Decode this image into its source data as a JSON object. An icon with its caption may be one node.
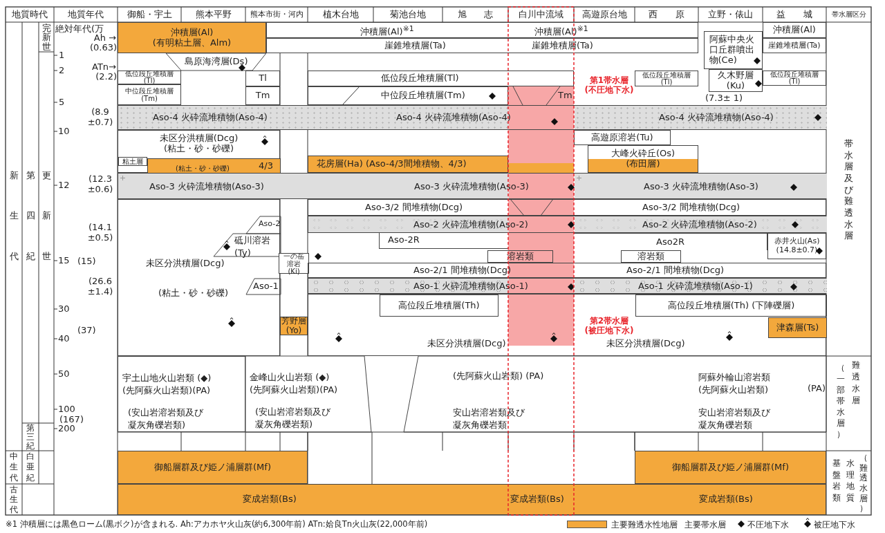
{
  "diagram": {
    "nodes": [
      {
        "text": [
          "沖積層(Al)",
          "(有明粘土層、Alm)"
        ]
      },
      {
        "text": [
          "沖積層(Al)$^{※1}$",
          "沖積層(Al)$^{※1}$"
        ]
      },
      {
        "text": [
          "崖錐堆積層(Ta)",
          "崖錐堆積層(Ta)"
        ]
      },
      {
        "text": [
          "島原海湾層(Ds)"
        ]
      },
      {
        "text": [
          "低位段丘堆積層 (Tl)"
        ]
      },
      {
        "text": [
          "中位段丘堆積層 (Tm)"
        ]
      },
      {
        "text": [
          "Tl"
        ]
      },
      {
        "text": [
          "Tm"
        ]
      },
      {
        "text": [
          "低位段丘堆積層(Tl)"
        ]
      },
      {
        "text": [
          "中位段丘堆積層(Tm)"
        ]
      },
      {
        "text": [
          "Tm"
        ]
      },
      {
        "text": [
          "低位段丘堆積層 (Tl)"
        ]
      },
      {
        "text": [
          "阿蘇中央火口丘群噴出物(Ce)"
        ]
      },
      {
        "text": [
          "久木野層 (Ku)"
        ],
        "beside": [
          "(7.3± 1)"
        ]
      },
      {
        "text": [
          "沖積層(Al)"
        ]
      },
      {
        "text": [
          "崖錐堆積層(Ta)"
        ]
      },
      {
        "text": [
          "低位段丘堆積層 (Tl)"
        ]
      },
      {
        "text": [
          "Aso-4 火砕流堆積物(Aso-4)",
          "Aso-4 火砕流堆積物(Aso-4)",
          "Aso-4 火砕流堆積物(Aso-4)"
        ]
      },
      {
        "text": [
          "未区分洪積層(Dcg)",
          "(粘土・砂・砂礫)"
        ]
      },
      {
        "text": [
          "粘土層"
        ],
        "in": 18
      },
      {
        "text": [
          "(粘土・砂・砂礫)",
          "4/3"
        ],
        "in": 18
      },
      {
        "text": [
          "花房層(Ha) (Aso-4/3間堆積物、4/3)"
        ]
      },
      {
        "text": [
          "高遊原溶岩(Tu)"
        ]
      },
      {
        "text": [
          "大峰火砕丘(Os)",
          "(布田層)"
        ]
      },
      {
        "text": [
          "Aso-3 火砕流堆積物(Aso-3)",
          "Aso-3 火砕流堆積物(Aso-3)",
          "Aso-3 火砕流堆積物(Aso-3)"
        ]
      },
      {
        "text": [
          "Aso-3/2 間堆積物(Dcg)",
          "Aso-3/2 間堆積物(Dcg)"
        ]
      },
      {
        "text": [
          "Aso-2 火砕流堆積物(Aso-2)",
          "Aso-2 火砕流堆積物(Aso-2)"
        ]
      },
      {
        "text": [
          "Aso-2"
        ],
        "in": 38
      },
      {
        "text": [
          "砥川溶岩 (Ty)"
        ],
        "in": 38
      },
      {
        "text": [
          "Aso-2R"
        ]
      },
      {
        "text": [
          "Aso2R"
        ]
      },
      {
        "text": [
          "赤井火山(As)",
          "(14.8±0.7)"
        ]
      },
      {
        "text": [
          "溶岩類"
        ]
      },
      {
        "text": [
          "溶岩類"
        ]
      },
      {
        "text": [
          "一の岳溶岩(Ki)"
        ]
      },
      {
        "text": [
          "Aso-2/1 間堆積物(Dcg)",
          "Aso-2/1 間堆積物(Dcg)"
        ]
      },
      {
        "text": [
          "Aso-1 火砕流堆積物(Aso-1)",
          "Aso-1 火砕流堆積物(Aso-1)"
        ]
      },
      {
        "text": [
          "Aso-1"
        ],
        "in": 38
      },
      {
        "text": [
          "未区分洪積層(Dcg)",
          "(粘土・砂・砂礫)"
        ]
      },
      {
        "text": [
          "高位段丘堆積層(Th)"
        ],
        "in": 43
      },
      {
        "text": [
          "高位段丘堆積層(Th) (下陣礫層)"
        ],
        "in": 43
      },
      {
        "text": [
          "芳野層 (Yo)"
        ]
      },
      {
        "text": [
          "津森層(Ts)"
        ],
        "in": 43
      },
      {
        "text": [
          "未区分洪積層(Dcg)",
          "未区分洪積層(Dcg)"
        ]
      },
      {
        "text": [
          "宇土山地火山岩類 (◆) (先阿蘇火山岩類)(PA)",
          "(安山岩溶岩類及び凝灰角礫岩類)"
        ]
      },
      {
        "text": [
          "金峰山火山岩類 (◆) (先阿蘇火山岩類)(PA)",
          "(安山岩溶岩類及び凝灰角礫岩類)"
        ]
      },
      {
        "text": [
          "(先阿蘇火山岩類) (PA)",
          "安山岩溶岩類及び凝灰角礫岩類",
          "阿蘇外輪山溶岩類 (先阿蘇火山岩類)",
          "(PA)",
          "安山岩溶岩類及び凝灰角礫岩類"
        ]
      },
      {
        "text": [
          "御船層群及び姫ノ浦層群(Mf)"
        ]
      },
      {
        "text": [
          "御船層群及び姫ノ浦層群(Mf)"
        ]
      },
      {
        "text": [
          "変成岩類(Bs)",
          "変成岩類(Bs)",
          "変成岩類(Bs)"
        ]
      }
    ],
    "labels": [
      "地質時代",
      "地質年代",
      "御船・宇土",
      "熊本平野",
      "熊本市街・河内",
      "植木台地",
      "菊池台地",
      "旭志",
      "白川中流域",
      "高遊原台地",
      "西原",
      "立野・俵山",
      "益城",
      "帯水層区分",
      "完新世",
      "新生代",
      "第四紀",
      "更新世",
      "第三紀",
      "中生代",
      "白亜紀",
      "古生代",
      "絶対年代(万",
      "Ah →",
      "(0.63)",
      "ATn→",
      "(2.2)",
      "(8.9 ±0.7)",
      "(12.3 ±0.6)",
      "(14.1 ±0.5)",
      "(15)",
      "(26.6 ±1.4)",
      "(37)",
      "(167)",
      "1",
      "2",
      "5",
      "10",
      "12",
      "15",
      "30",
      "40",
      "50",
      "100",
      "200",
      "第1帯水層 (不圧地下水)",
      "第2帯水層 (被圧地下水)",
      "帯水層及び難透水層",
      "（一部帯水層）",
      "難透水層",
      "基盤岩類",
      "水理地質",
      "（難透水層）",
      "※1 沖積層には黒色ローム(黒ボク)が含まれる. Ah:アカホヤ火山灰(約6,300年前) ATn:姶良Tn火山灰(22,000年前)"
    ],
    "legend": [
      {
        "text": "主要難透水性地層",
        "color": "#f3a83c"
      },
      {
        "text": "主要帯水層"
      },
      {
        "text": "不圧地下水"
      },
      {
        "text": "被圧地下水"
      }
    ]
  }
}
